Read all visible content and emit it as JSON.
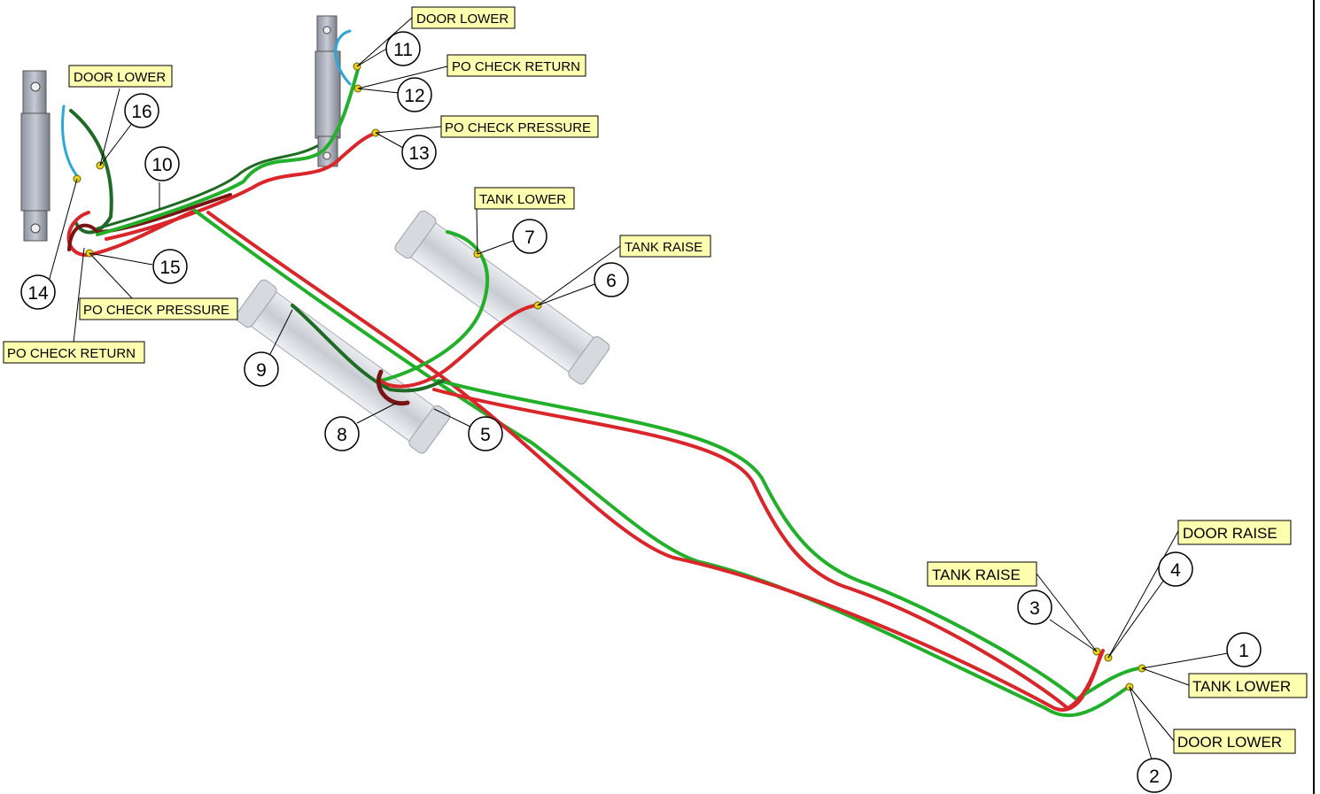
{
  "labels": {
    "door_lower_top": "DOOR LOWER",
    "po_check_return_top": "PO CHECK RETURN",
    "po_check_pressure_top": "PO CHECK PRESSURE",
    "door_lower_left": "DOOR LOWER",
    "po_check_pressure_left": "PO CHECK PRESSURE",
    "po_check_return_left": "PO CHECK RETURN",
    "tank_lower_mid": "TANK LOWER",
    "tank_raise_mid": "TANK RAISE",
    "tank_raise_right": "TANK RAISE",
    "door_raise_right": "DOOR RAISE",
    "tank_lower_right": "TANK LOWER",
    "door_lower_right": "DOOR LOWER"
  },
  "callouts": [
    "1",
    "2",
    "3",
    "4",
    "5",
    "6",
    "7",
    "8",
    "9",
    "10",
    "11",
    "12",
    "13",
    "14",
    "15",
    "16"
  ],
  "colors": {
    "hose_green": "#22b02a",
    "hose_red": "#d8262a",
    "hose_dark_green": "#1f6b25",
    "hose_dark_red": "#7a1414",
    "hose_cyan": "#2aa7d6",
    "label_fill": "#ffffb0",
    "fitting_yellow": "#e6d21a",
    "cylinder": "#c8ccd3"
  }
}
